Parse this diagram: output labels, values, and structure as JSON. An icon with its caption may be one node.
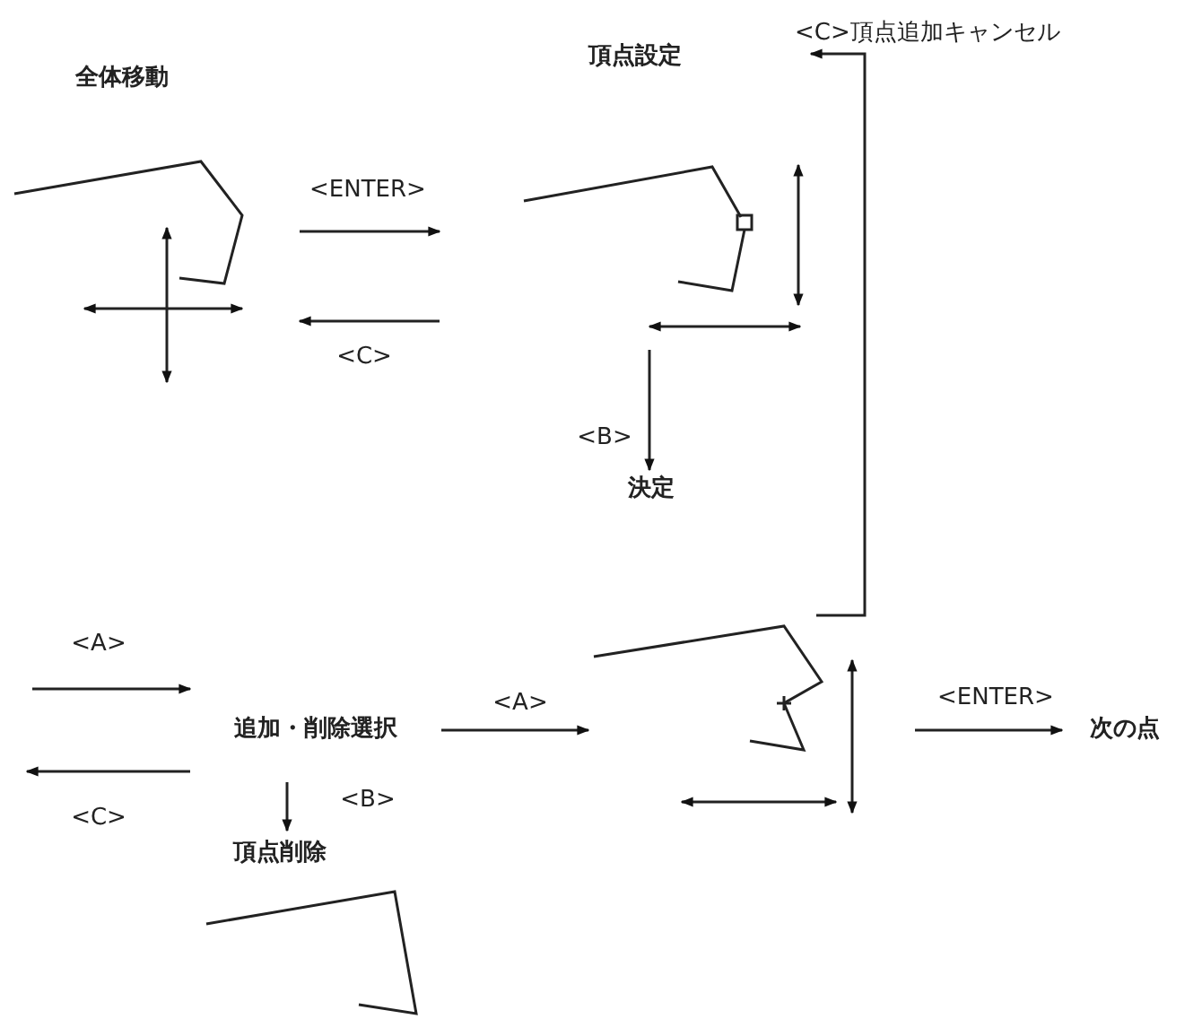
{
  "diagram": {
    "nodes": [
      {
        "text": [
          "全体移動"
        ]
      },
      {
        "text": [
          "頂点設定"
        ]
      },
      {
        "text": [
          "決定"
        ]
      },
      {
        "text": [
          "追加・削除選択"
        ]
      },
      {
        "text": [
          "頂点削除"
        ]
      },
      {
        "text": [],
        "shape": "picture"
      },
      {
        "text": [
          "次の点"
        ]
      }
    ],
    "edges": [
      {
        "from": 0,
        "to": 1,
        "arrow": "to",
        "label": "<ENTER>"
      },
      {
        "from": 1,
        "to": 0,
        "arrow": "to",
        "label": "<C>"
      },
      {
        "from": 1,
        "to": 2,
        "arrow": "to",
        "label": "<B>"
      },
      {
        "from": null,
        "to": 3,
        "arrow": "to",
        "label": "<A>"
      },
      {
        "from": 3,
        "to": null,
        "arrow": "to",
        "label": "<C>"
      },
      {
        "from": 3,
        "to": 5,
        "arrow": "to",
        "label": "<A>"
      },
      {
        "from": 3,
        "to": 4,
        "arrow": "to",
        "label": "<B>"
      },
      {
        "from": 5,
        "to": 6,
        "arrow": "to",
        "label": "<ENTER>"
      },
      {
        "from": 5,
        "to": 1,
        "arrow": "to",
        "label": "<C>頂点追加キャンセル"
      }
    ]
  }
}
